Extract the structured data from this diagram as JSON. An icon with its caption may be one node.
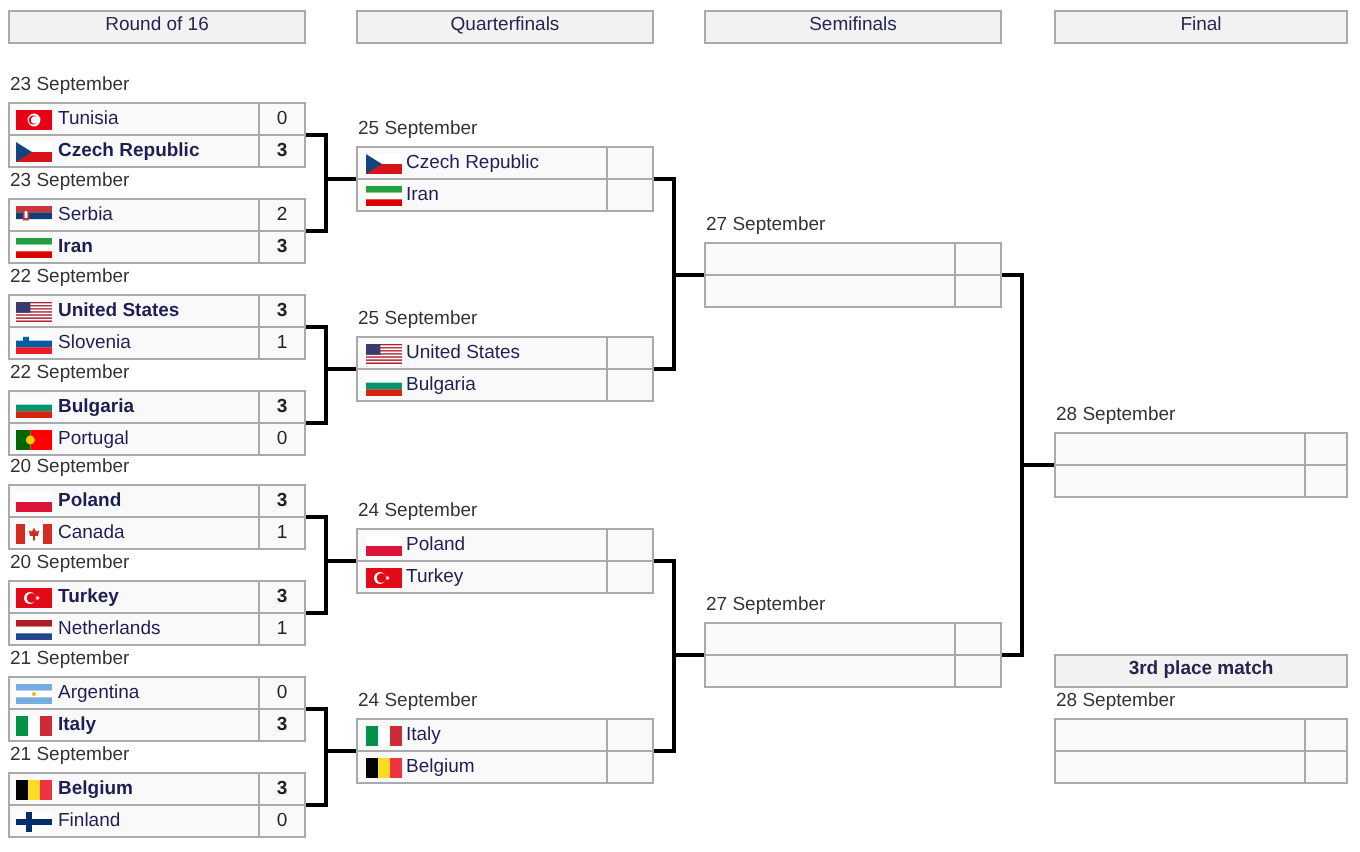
{
  "diagram": {
    "nodes": [
      {
        "text": [
          "Round of 16"
        ]
      },
      {
        "text": [
          "Quarterfinals"
        ]
      },
      {
        "text": [
          "Semifinals"
        ]
      },
      {
        "text": [
          "Final"
        ]
      },
      {
        "text": [
          "Tunisia",
          "0",
          "Czech Republic",
          "3"
        ],
        "beside": [
          "23 September"
        ]
      },
      {
        "text": [
          "Serbia",
          "2",
          "Iran",
          "3"
        ],
        "beside": [
          "23 September"
        ]
      },
      {
        "text": [
          "United States",
          "3",
          "Slovenia",
          "1"
        ],
        "beside": [
          "22 September"
        ]
      },
      {
        "text": [
          "Bulgaria",
          "3",
          "Portugal",
          "0"
        ],
        "beside": [
          "22 September"
        ]
      },
      {
        "text": [
          "Poland",
          "3",
          "Canada",
          "1"
        ],
        "beside": [
          "20 September"
        ]
      },
      {
        "text": [
          "Turkey",
          "3",
          "Netherlands",
          "1"
        ],
        "beside": [
          "20 September"
        ]
      },
      {
        "text": [
          "Argentina",
          "0",
          "Italy",
          "3"
        ],
        "beside": [
          "21 September"
        ]
      },
      {
        "text": [
          "Belgium",
          "3",
          "Finland",
          "0"
        ],
        "beside": [
          "21 September"
        ]
      },
      {
        "text": [
          "Czech Republic",
          "Iran"
        ],
        "beside": [
          "25 September"
        ]
      },
      {
        "text": [
          "United States",
          "Bulgaria"
        ],
        "beside": [
          "25 September"
        ]
      },
      {
        "text": [
          "Poland",
          "Turkey"
        ],
        "beside": [
          "24 September"
        ]
      },
      {
        "text": [
          "Italy",
          "Belgium"
        ],
        "beside": [
          "24 September"
        ]
      },
      {
        "text": [],
        "shape": "box",
        "beside": [
          "27 September"
        ]
      },
      {
        "text": [],
        "shape": "box",
        "beside": [
          "27 September"
        ]
      },
      {
        "text": [],
        "shape": "box",
        "beside": [
          "28 September"
        ]
      },
      {
        "text": [
          "3rd place match"
        ]
      },
      {
        "text": [],
        "shape": "box",
        "beside": [
          "28 September"
        ]
      }
    ],
    "edges": [
      {
        "from": 4,
        "to": 12,
        "arrow": "none"
      },
      {
        "from": 5,
        "to": 12,
        "arrow": "none"
      },
      {
        "from": 6,
        "to": 13,
        "arrow": "none"
      },
      {
        "from": 7,
        "to": 13,
        "arrow": "none"
      },
      {
        "from": 8,
        "to": 14,
        "arrow": "none"
      },
      {
        "from": 9,
        "to": 14,
        "arrow": "none"
      },
      {
        "from": 10,
        "to": 15,
        "arrow": "none"
      },
      {
        "from": 11,
        "to": 15,
        "arrow": "none"
      },
      {
        "from": 12,
        "to": 16,
        "arrow": "none"
      },
      {
        "from": 13,
        "to": 16,
        "arrow": "none"
      },
      {
        "from": 14,
        "to": 17,
        "arrow": "none"
      },
      {
        "from": 15,
        "to": 17,
        "arrow": "none"
      },
      {
        "from": 16,
        "to": 18,
        "arrow": "none"
      },
      {
        "from": 17,
        "to": 18,
        "arrow": "none"
      }
    ]
  }
}
